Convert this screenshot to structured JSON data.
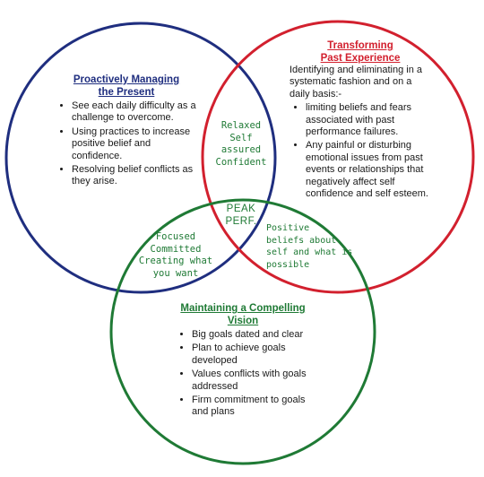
{
  "colors": {
    "present": "#1f2e7f",
    "past": "#d2202e",
    "vision": "#1f7a35",
    "overlap_text": "#1f7a35"
  },
  "present": {
    "title": "Proactively Managing\nthe Present",
    "items": [
      "See each daily difficulty as a challenge to overcome.",
      "Using practices to increase positive belief and confidence.",
      "Resolving belief conflicts as they arise."
    ]
  },
  "past": {
    "title": "Transforming\nPast Experience",
    "intro": "Identifying and eliminating in a systematic fashion and on a daily basis:-",
    "items": [
      "limiting beliefs and fears associated with past performance failures.",
      "Any painful or disturbing emotional issues from past events or relationships that negatively affect self confidence and self esteem."
    ]
  },
  "vision": {
    "title": "Maintaining a Compelling\nVision",
    "items": [
      "Big goals dated and clear",
      "Plan to achieve goals developed",
      "Values conflicts with goals addressed",
      "Firm commitment to goals and plans"
    ]
  },
  "overlaps": {
    "present_past": [
      "Relaxed",
      "Self",
      "assured",
      "Confident"
    ],
    "present_vision": [
      "Focused",
      "Committed",
      "Creating what",
      "you want"
    ],
    "past_vision": [
      "Positive",
      "beliefs about",
      "self and what is",
      "possible"
    ],
    "center": [
      "PEAK",
      "PERF."
    ]
  }
}
